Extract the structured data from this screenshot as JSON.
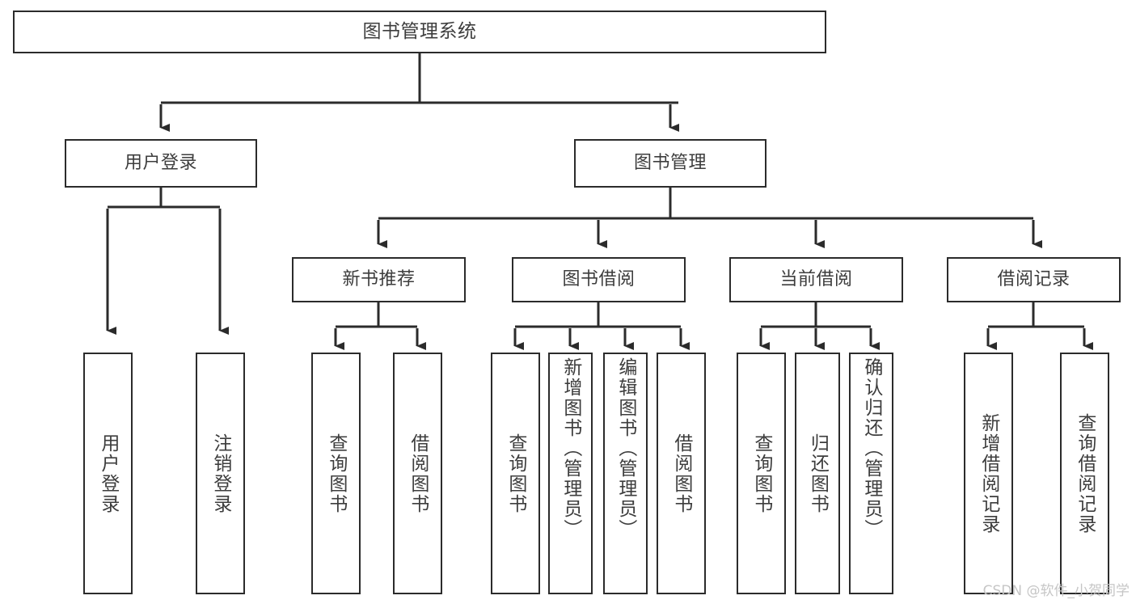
{
  "diagram": {
    "type": "tree",
    "title": "图书管理系统",
    "root": {
      "label": "图书管理系统"
    },
    "level2": [
      {
        "label": "用户登录"
      },
      {
        "label": "图书管理"
      }
    ],
    "level3": [
      {
        "label": "新书推荐"
      },
      {
        "label": "图书借阅"
      },
      {
        "label": "当前借阅"
      },
      {
        "label": "借阅记录"
      }
    ],
    "leaves": {
      "user_login": [
        {
          "label": "用户登录"
        },
        {
          "label": "注销登录"
        }
      ],
      "new_book_recommend": [
        {
          "label": "查询图书"
        },
        {
          "label": "借阅图书"
        }
      ],
      "book_borrow": [
        {
          "label": "查询图书"
        },
        {
          "label": "新增图书（管理员）"
        },
        {
          "label": "编辑图书（管理员）"
        },
        {
          "label": "借阅图书"
        }
      ],
      "current_borrow": [
        {
          "label": "查询图书"
        },
        {
          "label": "归还图书"
        },
        {
          "label": "确认归还（管理员）"
        }
      ],
      "borrow_records": [
        {
          "label": "新增借阅记录"
        },
        {
          "label": "查询借阅记录"
        }
      ]
    }
  },
  "watermark": {
    "text": "CSDN @软件_小贺同学"
  },
  "colors": {
    "box_border": "#2b2b2b",
    "box_fill": "#ffffff",
    "text": "#3d3d3d",
    "connector": "#2b2b2b",
    "watermark": "#c6c6c6",
    "background": "#ffffff"
  }
}
